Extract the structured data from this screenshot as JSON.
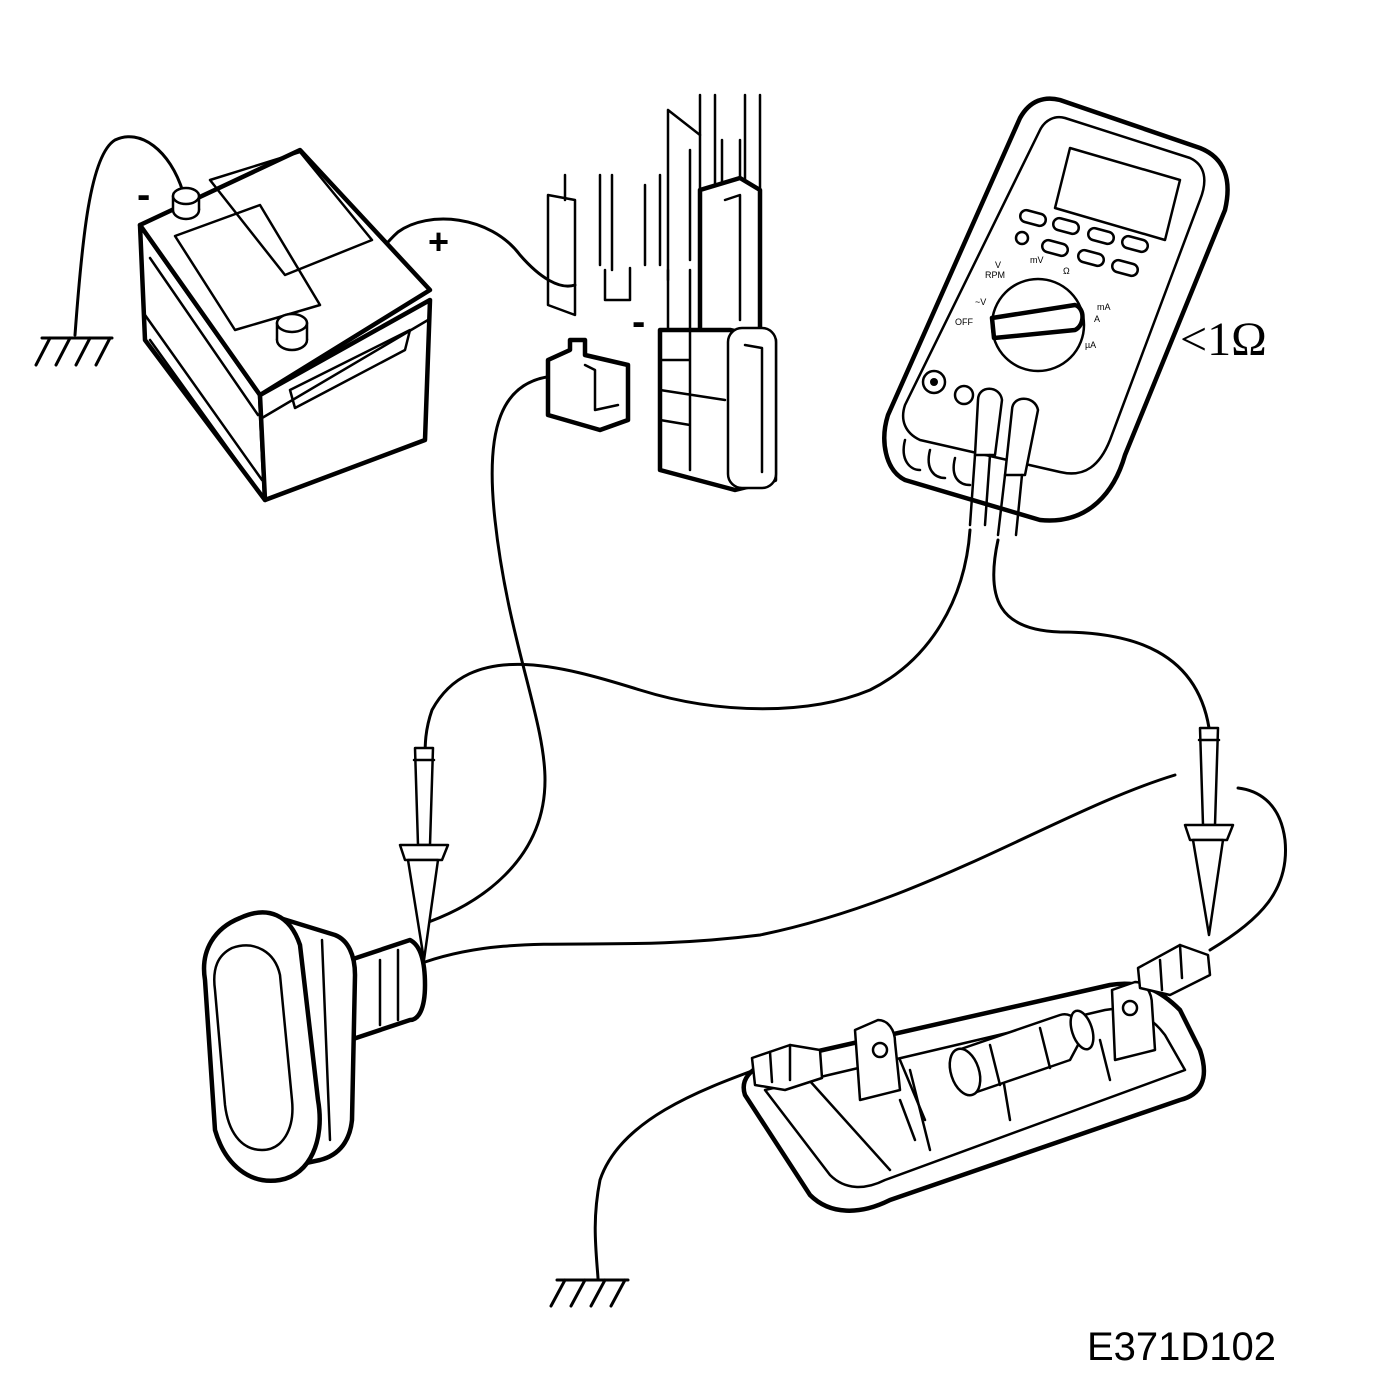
{
  "labels": {
    "battery_negative": "-",
    "battery_positive": "+",
    "fuse_negative": "-",
    "resistance_reading": "<1Ω",
    "figure_code": "E371D102"
  },
  "multimeter": {
    "range_labels": [
      "V",
      "RPM",
      "mV",
      "Ω",
      "mA",
      "A",
      "~V",
      "OFF",
      "µA"
    ]
  }
}
